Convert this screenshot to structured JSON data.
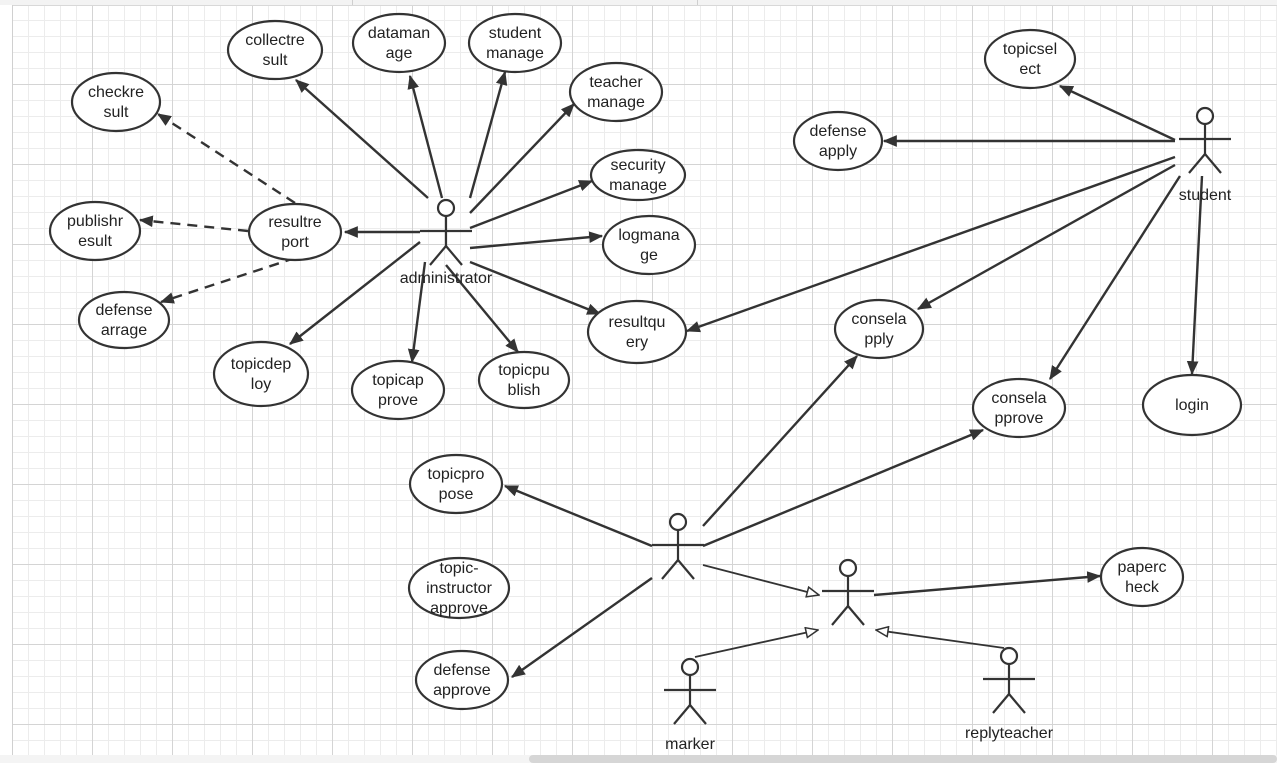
{
  "diagram": {
    "type": "use-case",
    "actors": [
      {
        "id": "administrator",
        "label": "administrator"
      },
      {
        "id": "student",
        "label": "student"
      },
      {
        "id": "teacher",
        "label": ""
      },
      {
        "id": "judge",
        "label": ""
      },
      {
        "id": "marker",
        "label": "marker"
      },
      {
        "id": "replyteacher",
        "label": "replyteacher"
      }
    ],
    "use_cases": [
      {
        "id": "collectresult",
        "lines": [
          "collectre",
          "sult"
        ]
      },
      {
        "id": "datamanage",
        "lines": [
          "dataman",
          "age"
        ]
      },
      {
        "id": "studentmanage",
        "lines": [
          "student",
          "manage"
        ]
      },
      {
        "id": "teachermanage",
        "lines": [
          "teacher",
          "manage"
        ]
      },
      {
        "id": "checkresult",
        "lines": [
          "checkre",
          "sult"
        ]
      },
      {
        "id": "securitymanage",
        "lines": [
          "security",
          "manage"
        ]
      },
      {
        "id": "publishresult",
        "lines": [
          "publishr",
          "esult"
        ]
      },
      {
        "id": "resultreport",
        "lines": [
          "resultre",
          "port"
        ]
      },
      {
        "id": "logmanage",
        "lines": [
          "logmana",
          "ge"
        ]
      },
      {
        "id": "defensearrage",
        "lines": [
          "defense",
          "arrage"
        ]
      },
      {
        "id": "resultquery",
        "lines": [
          "resultqu",
          "ery"
        ]
      },
      {
        "id": "topicdeploy",
        "lines": [
          "topicdep",
          "loy"
        ]
      },
      {
        "id": "topicapprove",
        "lines": [
          "topicap",
          "prove"
        ]
      },
      {
        "id": "topicpublish",
        "lines": [
          "topicpu",
          "blish"
        ]
      },
      {
        "id": "topicselect",
        "lines": [
          "topicsel",
          "ect"
        ]
      },
      {
        "id": "defenseapply",
        "lines": [
          "defense",
          "apply"
        ]
      },
      {
        "id": "conselapply",
        "lines": [
          "consela",
          "pply"
        ]
      },
      {
        "id": "conselapprove",
        "lines": [
          "consela",
          "pprove"
        ]
      },
      {
        "id": "login",
        "lines": [
          "login"
        ]
      },
      {
        "id": "topicpropose",
        "lines": [
          "topicpro",
          "pose"
        ]
      },
      {
        "id": "topicinstructorapprove",
        "lines": [
          "topic-",
          "instructor",
          "approve"
        ]
      },
      {
        "id": "papercheck",
        "lines": [
          "paperc",
          "heck"
        ]
      },
      {
        "id": "defenseapprove",
        "lines": [
          "defense",
          "approve"
        ]
      }
    ],
    "associations": [
      {
        "from": "administrator",
        "to": "collectresult"
      },
      {
        "from": "administrator",
        "to": "datamanage"
      },
      {
        "from": "administrator",
        "to": "studentmanage"
      },
      {
        "from": "administrator",
        "to": "teachermanage"
      },
      {
        "from": "administrator",
        "to": "securitymanage"
      },
      {
        "from": "administrator",
        "to": "logmanage"
      },
      {
        "from": "administrator",
        "to": "resultquery"
      },
      {
        "from": "administrator",
        "to": "resultreport"
      },
      {
        "from": "administrator",
        "to": "topicdeploy"
      },
      {
        "from": "administrator",
        "to": "topicapprove"
      },
      {
        "from": "administrator",
        "to": "topicpublish"
      },
      {
        "from": "student",
        "to": "topicselect"
      },
      {
        "from": "student",
        "to": "defenseapply"
      },
      {
        "from": "student",
        "to": "resultquery"
      },
      {
        "from": "student",
        "to": "conselapply"
      },
      {
        "from": "student",
        "to": "conselapprove"
      },
      {
        "from": "student",
        "to": "login"
      },
      {
        "from": "teacher",
        "to": "topicpropose"
      },
      {
        "from": "teacher",
        "to": "conselapply"
      },
      {
        "from": "teacher",
        "to": "conselapprove"
      },
      {
        "from": "teacher",
        "to": "defenseapprove"
      },
      {
        "from": "judge",
        "to": "papercheck"
      }
    ],
    "dependencies": [
      {
        "from": "resultreport",
        "to": "checkresult"
      },
      {
        "from": "resultreport",
        "to": "publishresult"
      },
      {
        "from": "resultreport",
        "to": "defensearrage"
      }
    ],
    "generalizations": [
      {
        "from": "teacher",
        "to": "judge"
      },
      {
        "from": "marker",
        "to": "judge"
      },
      {
        "from": "replyteacher",
        "to": "judge"
      }
    ]
  },
  "colors": {
    "stroke": "#333333",
    "fill": "#ffffff",
    "text": "#222222",
    "grid": "#d4d4d4"
  }
}
